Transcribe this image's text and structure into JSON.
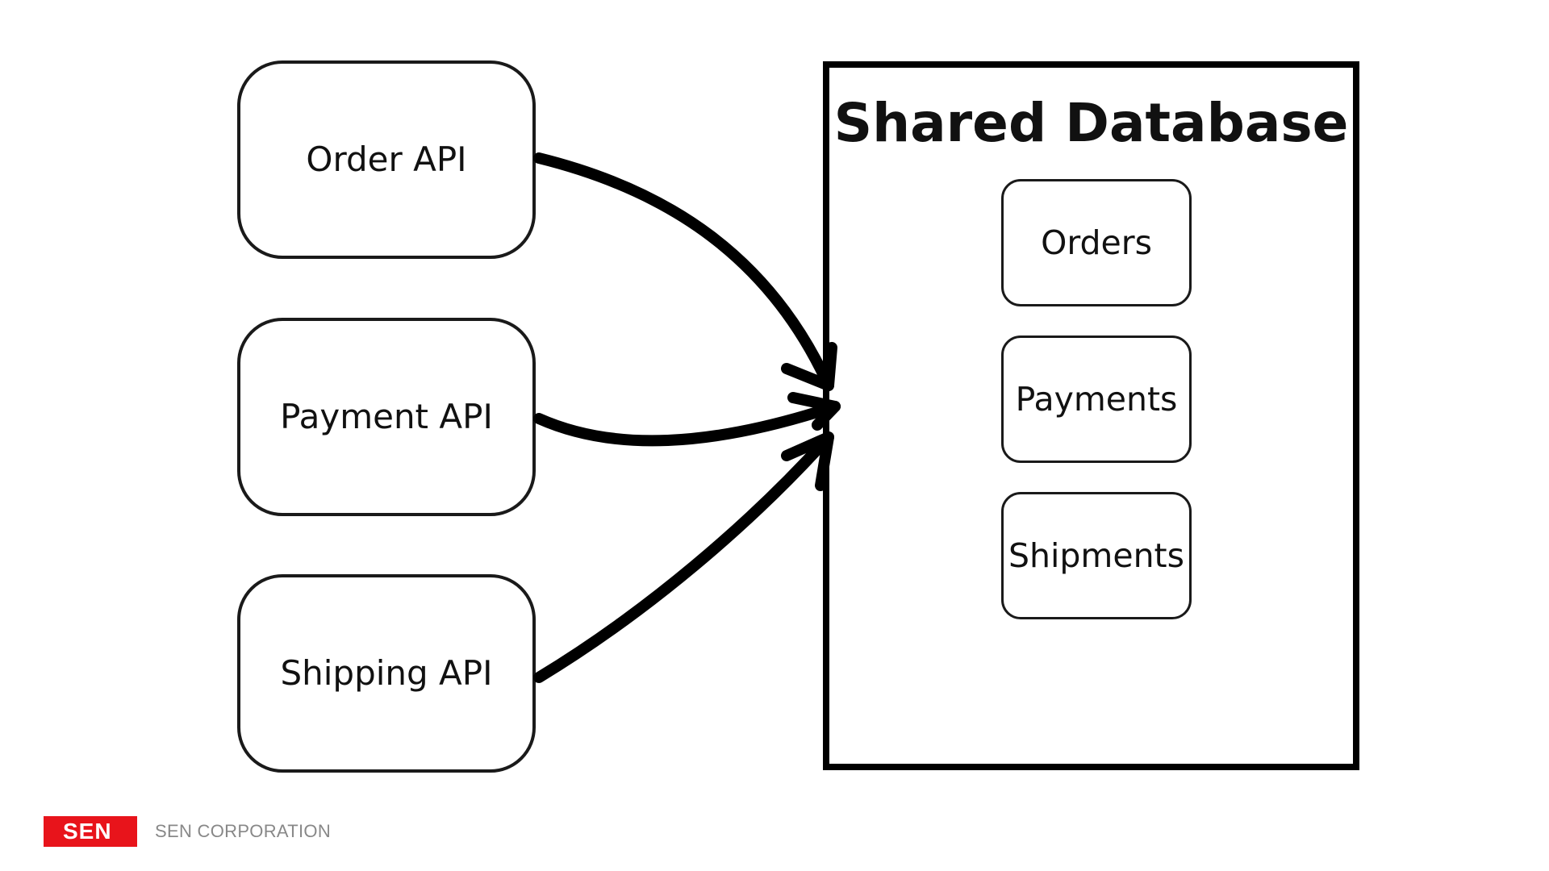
{
  "services": [
    {
      "id": "order",
      "label": "Order API"
    },
    {
      "id": "payment",
      "label": "Payment API"
    },
    {
      "id": "shipping",
      "label": "Shipping API"
    }
  ],
  "database": {
    "title": "Shared Database",
    "tables": [
      {
        "label": "Orders"
      },
      {
        "label": "Payments"
      },
      {
        "label": "Shipments"
      }
    ]
  },
  "footer": {
    "logo_text": "SEN",
    "company_name": "SEN CORPORATION",
    "brand_color": "#e8141b"
  },
  "colors": {
    "stroke": "#000000",
    "box_border": "#1a1a1a",
    "footer_text": "#888888"
  }
}
